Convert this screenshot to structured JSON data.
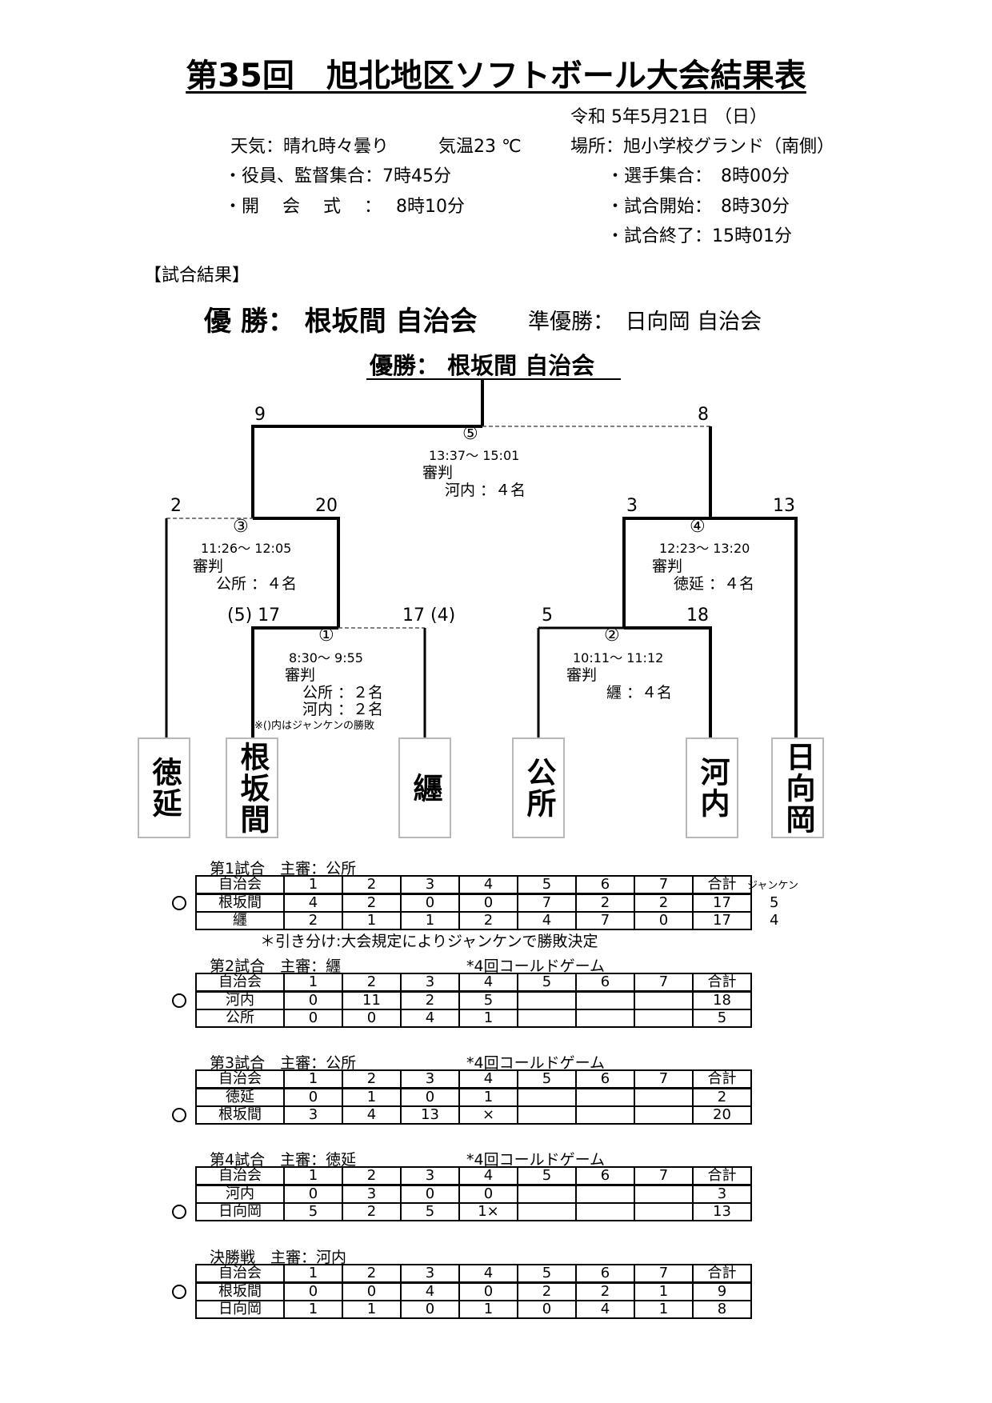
{
  "title": "第35回　旭北地区ソフトボール大会結果表",
  "date": "令和  5年5月21日 （日）",
  "weather": "天気：晴れ時々曇り",
  "temperature": "気温23 ℃",
  "place": "場所：旭小学校グランド（南側）",
  "schedule": {
    "officials": "・役員、監督集合：7時45分",
    "opening": "・開　 会 　式　 ：　 8時10分",
    "players": "・選手集合：　8時00分",
    "start": "・試合開始：　8時30分",
    "end": "・試合終了：15時01分"
  },
  "results_heading": "【試合結果】",
  "winner_line": "優 勝： 根坂間 自治会",
  "runner_up_line": "準優勝：　日向岡 自治会",
  "bracket": {
    "champion_label": "優勝：  根坂間 自治会",
    "final": {
      "no": "⑤",
      "time": "13:37～ 15:01",
      "ref_label": "審判",
      "ref": "河内 ：４名",
      "left_score": "9",
      "right_score": "8"
    },
    "semi_left": {
      "no": "③",
      "time": "11:26～ 12:05",
      "ref_label": "審判",
      "ref": "公所 ：４名",
      "left_score": "2",
      "right_score": "20"
    },
    "semi_right": {
      "no": "④",
      "time": "12:23～ 13:20",
      "ref_label": "審判",
      "ref": "徳延 ：４名",
      "left_score": "3",
      "right_score": "13"
    },
    "qf_left": {
      "no": "①",
      "time": "8:30～  9:55",
      "ref_label": "審判",
      "ref1": "公所 ：２名",
      "ref2": "河内 ：２名",
      "left_score": "(5)  17",
      "right_score": "17  (4)",
      "note": "※()内はジャンケンの勝敗"
    },
    "qf_right": {
      "no": "②",
      "time": "10:11～ 11:12",
      "ref_label": "審判",
      "ref": "纒  ：４名",
      "left_score": "5",
      "right_score": "18"
    },
    "teams": [
      "徳延",
      "根坂間",
      "纒",
      "公所",
      "河内",
      "日向岡"
    ]
  },
  "games": [
    {
      "title": "第1試合　主審：公所",
      "note": "",
      "header": [
        "自治会",
        "1",
        "2",
        "3",
        "4",
        "5",
        "6",
        "7",
        "合計"
      ],
      "rows": [
        [
          "根坂間",
          "4",
          "2",
          "0",
          "0",
          "7",
          "2",
          "2",
          "17"
        ],
        [
          "纒",
          "2",
          "1",
          "1",
          "2",
          "4",
          "7",
          "0",
          "17"
        ]
      ],
      "winner_row": 0,
      "janken_label": "ジャンケン",
      "janken": [
        "5",
        "4"
      ],
      "footnote": "＊引き分け:大会規定によりジャンケンで勝敗決定"
    },
    {
      "title": "第2試合　主審：纒",
      "note": "*4回コールドゲーム",
      "header": [
        "自治会",
        "1",
        "2",
        "3",
        "4",
        "5",
        "6",
        "7",
        "合計"
      ],
      "rows": [
        [
          "河内",
          "0",
          "11",
          "2",
          "5",
          "",
          "",
          "",
          "18"
        ],
        [
          "公所",
          "0",
          "0",
          "4",
          "1",
          "",
          "",
          "",
          "5"
        ]
      ],
      "winner_row": 0
    },
    {
      "title": "第3試合　主審：公所",
      "note": "*4回コールドゲーム",
      "header": [
        "自治会",
        "1",
        "2",
        "3",
        "4",
        "5",
        "6",
        "7",
        "合計"
      ],
      "rows": [
        [
          "徳延",
          "0",
          "1",
          "0",
          "1",
          "",
          "",
          "",
          "2"
        ],
        [
          "根坂間",
          "3",
          "4",
          "13",
          "×",
          "",
          "",
          "",
          "20"
        ]
      ],
      "winner_row": 1
    },
    {
      "title": "第4試合　主審：徳延",
      "note": "*4回コールドゲーム",
      "header": [
        "自治会",
        "1",
        "2",
        "3",
        "4",
        "5",
        "6",
        "7",
        "合計"
      ],
      "rows": [
        [
          "河内",
          "0",
          "3",
          "0",
          "0",
          "",
          "",
          "",
          "3"
        ],
        [
          "日向岡",
          "5",
          "2",
          "5",
          "1×",
          "",
          "",
          "",
          "13"
        ]
      ],
      "winner_row": 1
    },
    {
      "title": "決勝戦　主審：河内",
      "note": "",
      "header": [
        "自治会",
        "1",
        "2",
        "3",
        "4",
        "5",
        "6",
        "7",
        "合計"
      ],
      "rows": [
        [
          "根坂間",
          "0",
          "0",
          "4",
          "0",
          "2",
          "2",
          "1",
          "9"
        ],
        [
          "日向岡",
          "1",
          "1",
          "0",
          "1",
          "0",
          "4",
          "1",
          "8"
        ]
      ],
      "winner_row": 0
    }
  ]
}
